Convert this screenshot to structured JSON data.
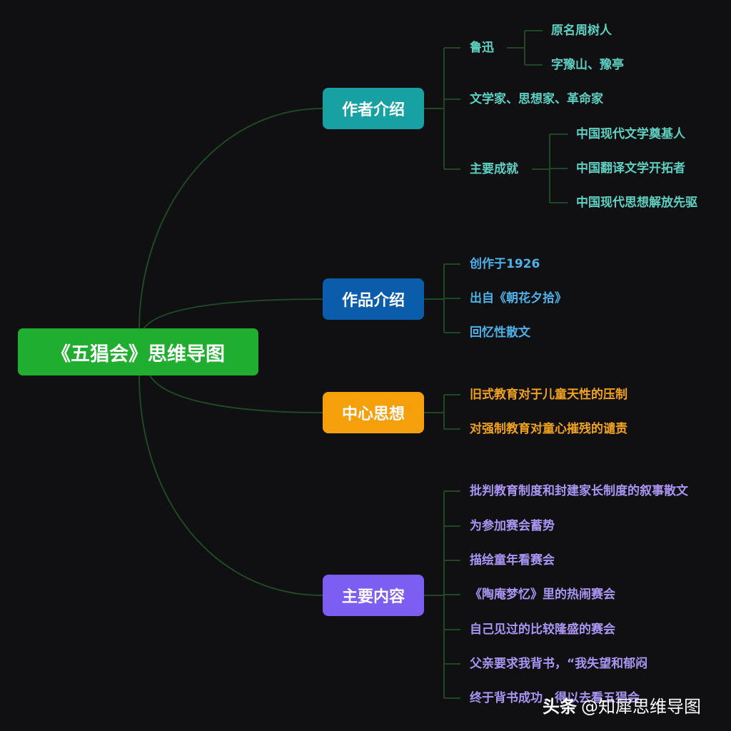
{
  "root": {
    "label": "《五猖会》思维导图",
    "color": "#1fae2f"
  },
  "line_color": "#1d4a22",
  "branches": [
    {
      "id": "author",
      "label": "作者介绍",
      "color": "#17a1a3",
      "text_color": "#5ed0c2",
      "children": [
        {
          "label": "鲁迅",
          "children": [
            "原名周树人",
            "字豫山、豫亭"
          ]
        },
        {
          "label": "文学家、思想家、革命家"
        },
        {
          "label": "主要成就",
          "children": [
            "中国现代文学奠基人",
            "中国翻译文学开拓者",
            "中国现代思想解放先驱"
          ]
        }
      ]
    },
    {
      "id": "work",
      "label": "作品介绍",
      "color": "#0a5dab",
      "text_color": "#4cb1e8",
      "children": [
        {
          "label": "创作于1926"
        },
        {
          "label": "出自《朝花夕拾》"
        },
        {
          "label": "回忆性散文"
        }
      ]
    },
    {
      "id": "theme",
      "label": "中心思想",
      "color": "#f59f0a",
      "text_color": "#f2a21d",
      "children": [
        {
          "label": "旧式教育对于儿童天性的压制"
        },
        {
          "label": "对强制教育对童心摧残的谴责"
        }
      ]
    },
    {
      "id": "content",
      "label": "主要内容",
      "color": "#7c5ef2",
      "text_color": "#a995f2",
      "children": [
        {
          "label": "批判教育制度和封建家长制度的叙事散文"
        },
        {
          "label": "为参加赛会蓄势"
        },
        {
          "label": "描绘童年看赛会"
        },
        {
          "label": "《陶庵梦忆》里的热闹赛会"
        },
        {
          "label": "自己见过的比较隆盛的赛会"
        },
        {
          "label": "父亲要求我背书，“我失望和郁闷"
        },
        {
          "label": "终于背书成功，得以去看五猖会"
        }
      ]
    }
  ],
  "watermark": {
    "brand": "头条",
    "account": "@知犀思维导图"
  }
}
